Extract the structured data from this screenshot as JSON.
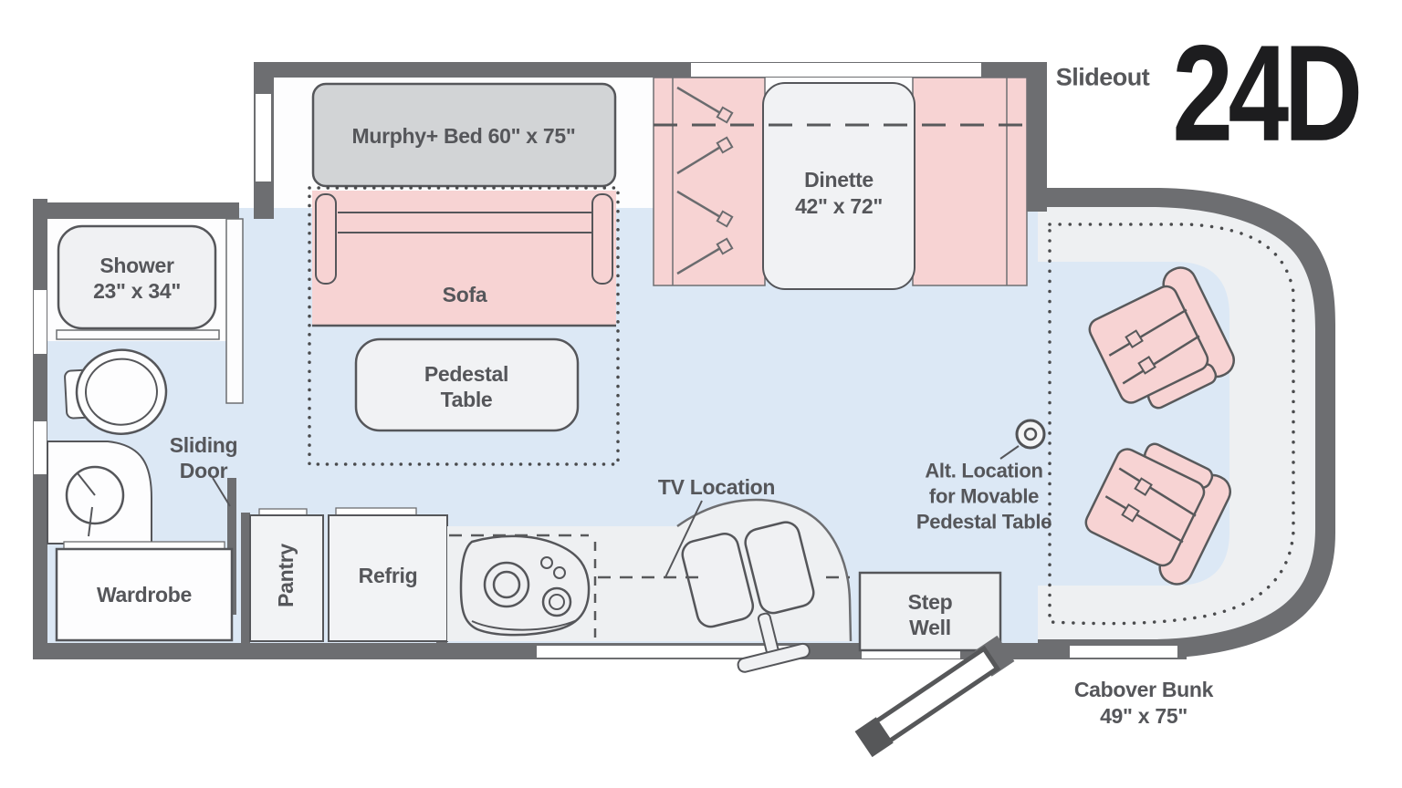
{
  "header": {
    "slideout": "Slideout",
    "model": "24D"
  },
  "labels": {
    "murphy_bed": "Murphy+ Bed 60\" x 75\"",
    "sofa": "Sofa",
    "pedestal_table": [
      "Pedestal",
      "Table"
    ],
    "dinette": [
      "Dinette",
      "42\" x 72\""
    ],
    "shower": [
      "Shower",
      "23\" x 34\""
    ],
    "sliding_door": [
      "Sliding",
      "Door"
    ],
    "wardrobe": "Wardrobe",
    "pantry": "Pantry",
    "refrig": "Refrig",
    "tv_location": "TV Location",
    "step_well": [
      "Step",
      "Well"
    ],
    "alt_location": [
      "Alt. Location",
      "for Movable",
      "Pedestal Table"
    ],
    "cabover_bunk": [
      "Cabover Bunk",
      "49\" x 75\""
    ]
  },
  "colors": {
    "wall": "#6d6e71",
    "floor_blue": "#dce8f5",
    "slide_floor": "#fdfdfe",
    "cab_floor": "#eef0f2",
    "furniture_light": "#f1f2f4",
    "pink": "#f7d3d3",
    "bed_gray": "#d2d4d6",
    "outline": "#55565a",
    "text": "#55565a",
    "model_text": "#1d1d1f"
  }
}
